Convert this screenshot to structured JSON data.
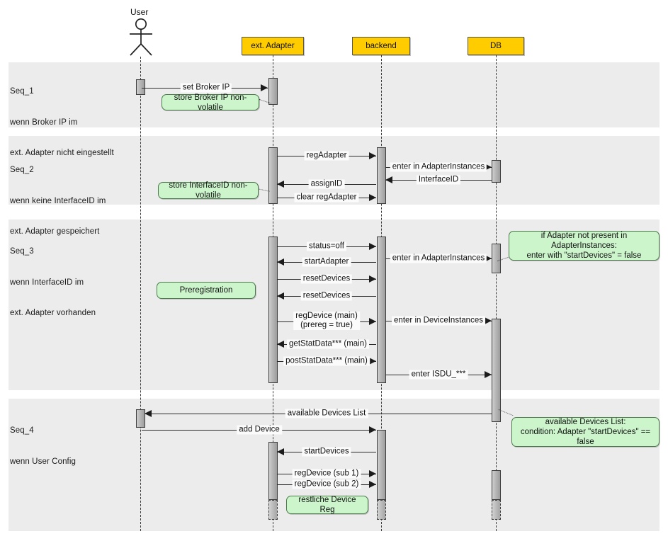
{
  "diagram": {
    "title": "Sequence Diagram",
    "colors": {
      "participant_fill": "#ffcc00",
      "participant_border": "#555555",
      "band_fill": "#ececec",
      "note_fill": "#ccf5cc",
      "note_border": "#4a7a4a",
      "activation_fill": "#b6b6b6",
      "line": "#2b2b2b"
    }
  },
  "actor": {
    "label": "User"
  },
  "participants": [
    {
      "id": "ext_adapter",
      "label": "ext. Adapter"
    },
    {
      "id": "backend",
      "label": "backend"
    },
    {
      "id": "db",
      "label": "DB"
    }
  ],
  "sections": [
    {
      "id": "seq1",
      "title": "Seq_1",
      "lines": [
        "Seq_1",
        "wenn Broker IP im",
        "ext. Adapter nicht eingestellt"
      ]
    },
    {
      "id": "seq2",
      "title": "Seq_2",
      "lines": [
        "Seq_2",
        "wenn keine InterfaceID im",
        "ext. Adapter gespeichert"
      ]
    },
    {
      "id": "seq3",
      "title": "Seq_3",
      "lines": [
        "Seq_3",
        "wenn InterfaceID im",
        "ext. Adapter vorhanden"
      ]
    },
    {
      "id": "seq4",
      "title": "Seq_4",
      "lines": [
        "Seq_4",
        "wenn User Config"
      ]
    }
  ],
  "messages": [
    {
      "id": "m01",
      "label": "set Broker IP",
      "from": "User",
      "to": "ext. Adapter",
      "direction": "right",
      "section": "seq1"
    },
    {
      "id": "m02",
      "label": "regAdapter",
      "from": "ext. Adapter",
      "to": "backend",
      "direction": "right",
      "section": "seq2"
    },
    {
      "id": "m03",
      "label": "enter in AdapterInstances",
      "from": "backend",
      "to": "DB",
      "direction": "right",
      "section": "seq2"
    },
    {
      "id": "m04",
      "label": "InterfaceID",
      "from": "DB",
      "to": "backend",
      "direction": "left",
      "section": "seq2"
    },
    {
      "id": "m05",
      "label": "assignID",
      "from": "backend",
      "to": "ext. Adapter",
      "direction": "left",
      "section": "seq2"
    },
    {
      "id": "m06",
      "label": "clear regAdapter",
      "from": "ext. Adapter",
      "to": "backend",
      "direction": "right",
      "section": "seq2"
    },
    {
      "id": "m07",
      "label": "status=off",
      "from": "ext. Adapter",
      "to": "backend",
      "direction": "right",
      "section": "seq3"
    },
    {
      "id": "m08",
      "label": "enter in AdapterInstances",
      "from": "backend",
      "to": "DB",
      "direction": "right",
      "section": "seq3"
    },
    {
      "id": "m09",
      "label": "startAdapter",
      "from": "backend",
      "to": "ext. Adapter",
      "direction": "left",
      "section": "seq3"
    },
    {
      "id": "m10",
      "label": "resetDevices",
      "from": "ext. Adapter",
      "to": "backend",
      "direction": "right",
      "section": "seq3"
    },
    {
      "id": "m11",
      "label": "resetDevices",
      "from": "backend",
      "to": "ext. Adapter",
      "direction": "left",
      "section": "seq3"
    },
    {
      "id": "m12",
      "label": "regDevice (main)\n(prereg = true)",
      "from": "ext. Adapter",
      "to": "backend",
      "direction": "right",
      "section": "seq3"
    },
    {
      "id": "m13",
      "label": "enter in DeviceInstances",
      "from": "backend",
      "to": "DB",
      "direction": "right",
      "section": "seq3"
    },
    {
      "id": "m14",
      "label": "getStatData*** (main)",
      "from": "backend",
      "to": "ext. Adapter",
      "direction": "left",
      "section": "seq3"
    },
    {
      "id": "m15",
      "label": "postStatData*** (main)",
      "from": "ext. Adapter",
      "to": "backend",
      "direction": "right",
      "section": "seq3"
    },
    {
      "id": "m16",
      "label": "enter ISDU_***",
      "from": "backend",
      "to": "DB",
      "direction": "right",
      "section": "seq3"
    },
    {
      "id": "m17",
      "label": "available Devices List",
      "from": "DB",
      "to": "User",
      "direction": "left",
      "section": "seq4"
    },
    {
      "id": "m18",
      "label": "add Device",
      "from": "User",
      "to": "backend",
      "direction": "right",
      "section": "seq4"
    },
    {
      "id": "m19",
      "label": "startDevices",
      "from": "backend",
      "to": "ext. Adapter",
      "direction": "left",
      "section": "seq4"
    },
    {
      "id": "m20",
      "label": "regDevice (sub 1)",
      "from": "ext. Adapter",
      "to": "backend",
      "direction": "right",
      "section": "seq4"
    },
    {
      "id": "m21",
      "label": "regDevice (sub 2)",
      "from": "ext. Adapter",
      "to": "backend",
      "direction": "right",
      "section": "seq4"
    }
  ],
  "notes": [
    {
      "id": "n1",
      "text": "store Broker IP non-volatile",
      "section": "seq1"
    },
    {
      "id": "n2",
      "text": "store InterfaceID non-volatile",
      "section": "seq2"
    },
    {
      "id": "n3",
      "text": "Preregistration",
      "section": "seq3"
    },
    {
      "id": "n4",
      "text": "if Adapter not present in AdapterInstances:\nenter with \"startDevices\" = false",
      "section": "seq3"
    },
    {
      "id": "n5",
      "text": "available Devices List:\ncondition: Adapter \"startDevices\" == false",
      "section": "seq4"
    },
    {
      "id": "n6",
      "text": "restliche Device Reg",
      "section": "seq4"
    }
  ]
}
